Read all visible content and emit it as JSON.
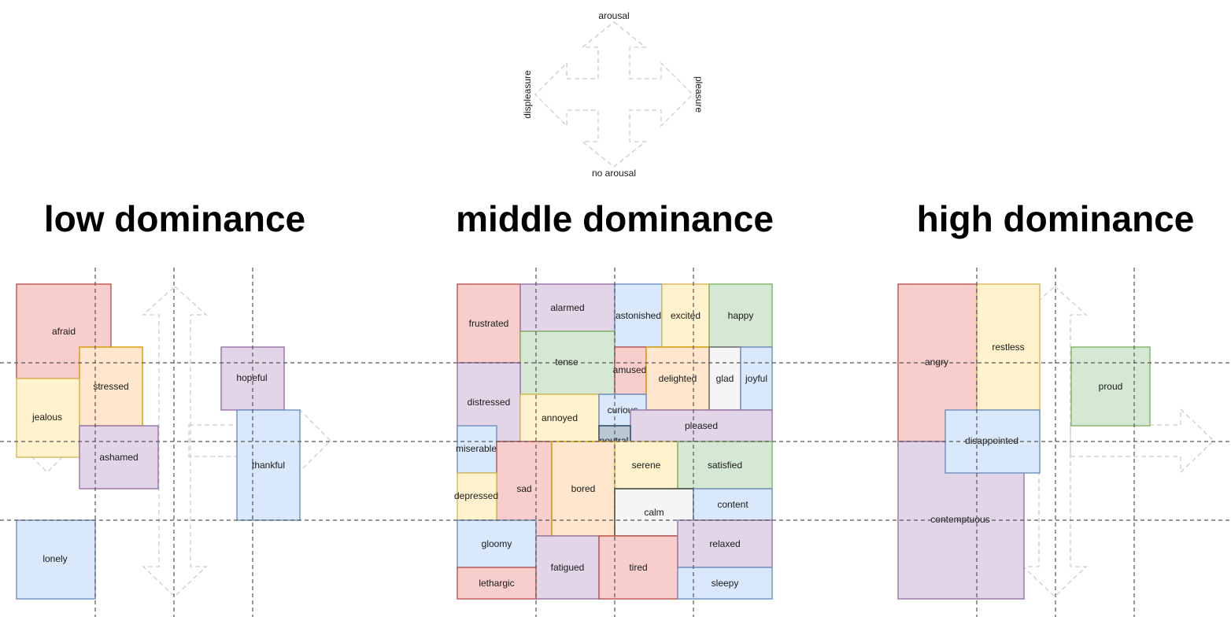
{
  "compass": {
    "top": "arousal",
    "bottom": "no arousal",
    "left": "displeasure",
    "right": "pleasure"
  },
  "panels": [
    {
      "title": "low dominance",
      "emotions": [
        {
          "label": "afraid",
          "color": "red"
        },
        {
          "label": "stressed",
          "color": "orange"
        },
        {
          "label": "jealous",
          "color": "yellow"
        },
        {
          "label": "ashamed",
          "color": "purple"
        },
        {
          "label": "hopeful",
          "color": "purple"
        },
        {
          "label": "thankful",
          "color": "blue"
        },
        {
          "label": "lonely",
          "color": "blue"
        }
      ]
    },
    {
      "title": "middle dominance",
      "emotions": [
        {
          "label": "frustrated",
          "color": "red"
        },
        {
          "label": "alarmed",
          "color": "purple"
        },
        {
          "label": "astonished",
          "color": "blue"
        },
        {
          "label": "excited",
          "color": "yellow"
        },
        {
          "label": "happy",
          "color": "green"
        },
        {
          "label": "tense",
          "color": "green"
        },
        {
          "label": "amused",
          "color": "red"
        },
        {
          "label": "delighted",
          "color": "orange"
        },
        {
          "label": "glad",
          "color": "gray"
        },
        {
          "label": "joyful",
          "color": "blue"
        },
        {
          "label": "distressed",
          "color": "purple"
        },
        {
          "label": "annoyed",
          "color": "yellow"
        },
        {
          "label": "curious",
          "color": "blue"
        },
        {
          "label": "pleased",
          "color": "purple"
        },
        {
          "label": "miserable",
          "color": "blue"
        },
        {
          "label": "neutral",
          "color": "slate"
        },
        {
          "label": "sad",
          "color": "red"
        },
        {
          "label": "bored",
          "color": "orange"
        },
        {
          "label": "serene",
          "color": "yellow"
        },
        {
          "label": "satisfied",
          "color": "green"
        },
        {
          "label": "depressed",
          "color": "yellow"
        },
        {
          "label": "calm",
          "color": "grayDark"
        },
        {
          "label": "content",
          "color": "blue"
        },
        {
          "label": "gloomy",
          "color": "blue"
        },
        {
          "label": "fatigued",
          "color": "purple"
        },
        {
          "label": "tired",
          "color": "red"
        },
        {
          "label": "relaxed",
          "color": "purple"
        },
        {
          "label": "lethargic",
          "color": "red"
        },
        {
          "label": "sleepy",
          "color": "blue"
        }
      ]
    },
    {
      "title": "high dominance",
      "emotions": [
        {
          "label": "angry",
          "color": "red"
        },
        {
          "label": "restless",
          "color": "yellow"
        },
        {
          "label": "proud",
          "color": "green"
        },
        {
          "label": "contemptuous",
          "color": "purple"
        },
        {
          "label": "disappointed",
          "color": "blue"
        }
      ]
    }
  ],
  "palette": {
    "red": {
      "fill": "#f8cecc",
      "stroke": "#b85450"
    },
    "orange": {
      "fill": "#ffe6cc",
      "stroke": "#d79b00"
    },
    "yellow": {
      "fill": "#fff2cc",
      "stroke": "#d6b656"
    },
    "green": {
      "fill": "#d5e8d4",
      "stroke": "#82b366"
    },
    "blue": {
      "fill": "#dae8fc",
      "stroke": "#6c8ebf"
    },
    "purple": {
      "fill": "#e1d5e7",
      "stroke": "#9673a6"
    },
    "gray": {
      "fill": "#f5f5f5",
      "stroke": "#666666"
    },
    "grayDark": {
      "fill": "#f5f5f5",
      "stroke": "#333333"
    },
    "slate": {
      "fill": "#bac8d3",
      "stroke": "#23445d"
    }
  }
}
